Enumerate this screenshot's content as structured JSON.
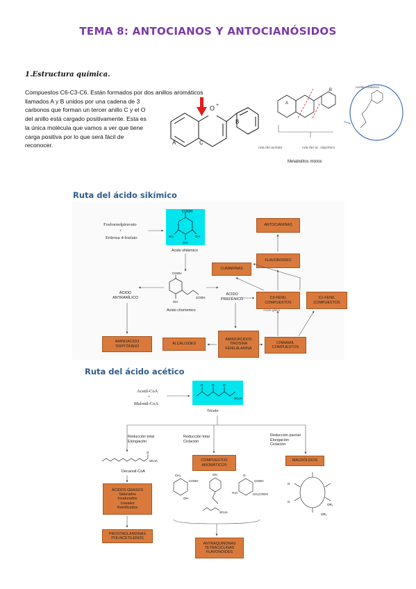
{
  "title": "TEMA 8: ANTOCIANOS Y ANTOCIANÓSIDOS",
  "section1": {
    "heading": "1.Estructura química.",
    "paragraph_line1": "Compuestos C6-C3-C6. Están formados por dos anillos aromáticos",
    "paragraph_rest": "llamados A y B unidos por una cadena de 3 carbonos que forman un tercer anillo C y el O del anillo está cargado positivamente. Esta es la única molécula que vamos a ver que tiene carga positiva por lo que será fácil de reconocer.",
    "ring_a": "A",
    "ring_c": "C",
    "ring_b": "B",
    "oxygen": "O",
    "plus": "+",
    "fig2_ring_a": "A",
    "fig2_ring_b": "B",
    "fig2_label_left": "ruta del acetato",
    "fig2_label_right": "ruta del ac. siquímico",
    "fig2_zoom_label": "Acetilo comienzo",
    "fig2_caption": "Metabolitos mixtos"
  },
  "shikimic": {
    "heading": "Ruta del ácido sikímico",
    "fosfo": "Fosfoenolpiruvato",
    "plus": "+",
    "eritrosa": "Eritrosa 4-fosfato",
    "acido_shikimico": "Acido shikimico",
    "acido_chorismico": "Acido chorismico",
    "antranilico": "ÁCIDO\nANTRANÍLICO",
    "prefenico": "ÁCIDO\nPREFÉNICO",
    "boxes": {
      "antocianinas": "ANTOCIANINAS",
      "flavonoides": "FLAVONOIDES",
      "cumarinas": "CUMARINAS",
      "c3": "C3-FENIL\nCOMPUESTOS",
      "c1": "C1-FENIL\nCOMPUESTOS",
      "triptofano": "AMINOÁCIDO\nTRIPTÓFANO",
      "alcaloides": "ALCALOIDES",
      "aminoacidos": "AMINOÁCIDOS\nTIROSINA\nFENILALANINA",
      "cinnamil": "CINNAMIL\nCOMPUESTOS"
    },
    "gallic_small": "Acido gálico"
  },
  "acetic": {
    "heading": "Ruta del ácido acético",
    "acetil": "Acetil-CoA",
    "plus": "+",
    "malonil": "Malonil-CoA",
    "triceto": "Triceto",
    "branch1": "Reducción total\nElongación",
    "branch2": "Reducción total\nCiclación",
    "branch3": "Reducción parcial\nElongación\nCiclación",
    "decanoil": "Decanoil-CoA",
    "boxes": {
      "compuestos": "COMPUESTOS\nAROMÁTICOS",
      "macrolidos": "MACRÓLIDOS",
      "acidos": "ÁCIDOS GRASOS\nSaturados\nInsaturados\nLineales\nRamificados",
      "prostaglandinas": "PROSTAGLANDINAS\nPOLIACETILENOS",
      "antraquinonas": "ANTRAQUINONAS\nTETRACICLINAS\nFLAVONOIDES"
    }
  }
}
